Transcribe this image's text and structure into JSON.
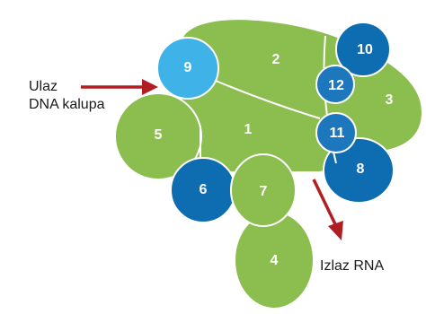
{
  "diagram": {
    "colors": {
      "green": "#8cbd4f",
      "dark_blue": "#0e6db0",
      "mid_blue": "#1d77bd",
      "light_blue": "#3fb2e8",
      "arrow": "#b01e24",
      "outline": "#ffffff"
    },
    "subunits": [
      {
        "id": "2",
        "label": "2",
        "color": "green"
      },
      {
        "id": "3",
        "label": "3",
        "color": "green"
      },
      {
        "id": "1",
        "label": "1",
        "color": "green"
      },
      {
        "id": "5",
        "label": "5",
        "color": "green"
      },
      {
        "id": "9",
        "label": "9",
        "color": "light_blue"
      },
      {
        "id": "4",
        "label": "4",
        "color": "green"
      },
      {
        "id": "6",
        "label": "6",
        "color": "dark_blue"
      },
      {
        "id": "7",
        "label": "7",
        "color": "green"
      },
      {
        "id": "8",
        "label": "8",
        "color": "dark_blue"
      },
      {
        "id": "11",
        "label": "11",
        "color": "mid_blue"
      },
      {
        "id": "10",
        "label": "10",
        "color": "dark_blue"
      },
      {
        "id": "12",
        "label": "12",
        "color": "mid_blue"
      }
    ],
    "input_label": [
      "Ulaz",
      "DNA kalupa"
    ],
    "output_label": "Izlaz RNA"
  }
}
